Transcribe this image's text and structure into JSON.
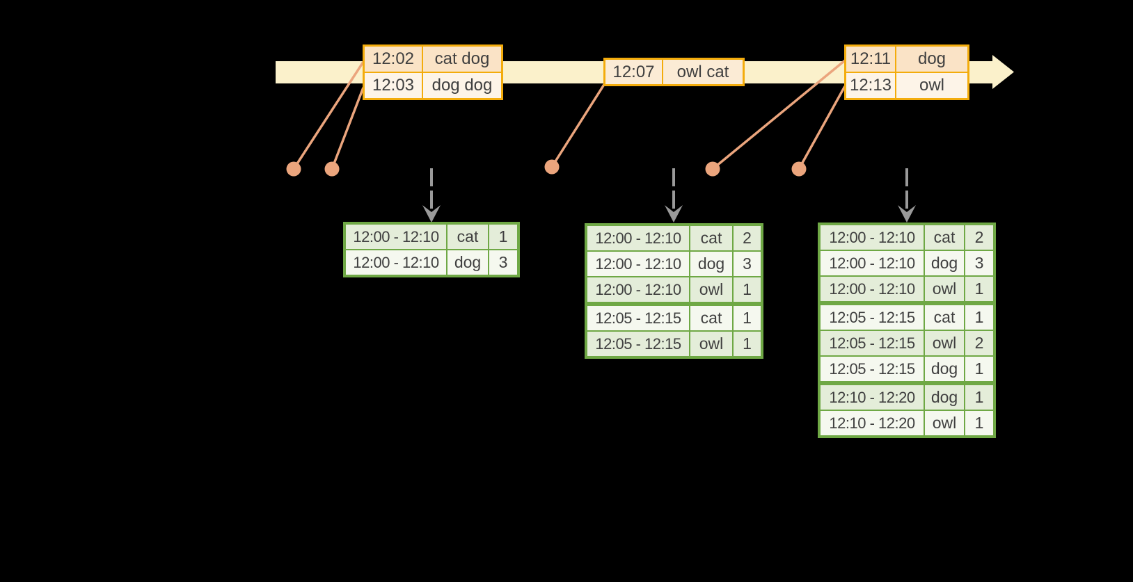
{
  "colors": {
    "background": "#000000",
    "cream": "#FBF1CB",
    "amber": "#F3AC0C",
    "peach-dark": "#FAE3C6",
    "peach-mid": "#FBEBD5",
    "peach-light": "#FDF4E8",
    "salmon": "#EBA57D",
    "gray": "#9A9A9A",
    "green": "#6FA845",
    "green-light": "#E4EDD9",
    "green-white": "#F5F8EF",
    "ink": "#3F3F3F"
  },
  "input_tables": [
    {
      "rows": [
        {
          "time": "12:02",
          "words": "cat dog"
        },
        {
          "time": "12:03",
          "words": "dog dog"
        }
      ]
    },
    {
      "rows": [
        {
          "time": "12:07",
          "words": "owl cat"
        }
      ]
    },
    {
      "rows": [
        {
          "time": "12:11",
          "words": "dog"
        },
        {
          "time": "12:13",
          "words": "owl"
        }
      ]
    }
  ],
  "result_tables": [
    {
      "rows": [
        {
          "window": "12:00 - 12:10",
          "word": "cat",
          "count": "1"
        },
        {
          "window": "12:00 - 12:10",
          "word": "dog",
          "count": "3"
        }
      ]
    },
    {
      "rows": [
        {
          "window": "12:00 - 12:10",
          "word": "cat",
          "count": "2"
        },
        {
          "window": "12:00 - 12:10",
          "word": "dog",
          "count": "3"
        },
        {
          "window": "12:00 - 12:10",
          "word": "owl",
          "count": "1"
        },
        {
          "window": "12:05 - 12:15",
          "word": "cat",
          "count": "1"
        },
        {
          "window": "12:05 - 12:15",
          "word": "owl",
          "count": "1"
        }
      ]
    },
    {
      "rows": [
        {
          "window": "12:00 - 12:10",
          "word": "cat",
          "count": "2"
        },
        {
          "window": "12:00 - 12:10",
          "word": "dog",
          "count": "3"
        },
        {
          "window": "12:00 - 12:10",
          "word": "owl",
          "count": "1"
        },
        {
          "window": "12:05 - 12:15",
          "word": "cat",
          "count": "1"
        },
        {
          "window": "12:05 - 12:15",
          "word": "owl",
          "count": "2"
        },
        {
          "window": "12:05 - 12:15",
          "word": "dog",
          "count": "1"
        },
        {
          "window": "12:10 - 12:20",
          "word": "dog",
          "count": "1"
        },
        {
          "window": "12:10 - 12:20",
          "word": "owl",
          "count": "1"
        }
      ]
    }
  ]
}
